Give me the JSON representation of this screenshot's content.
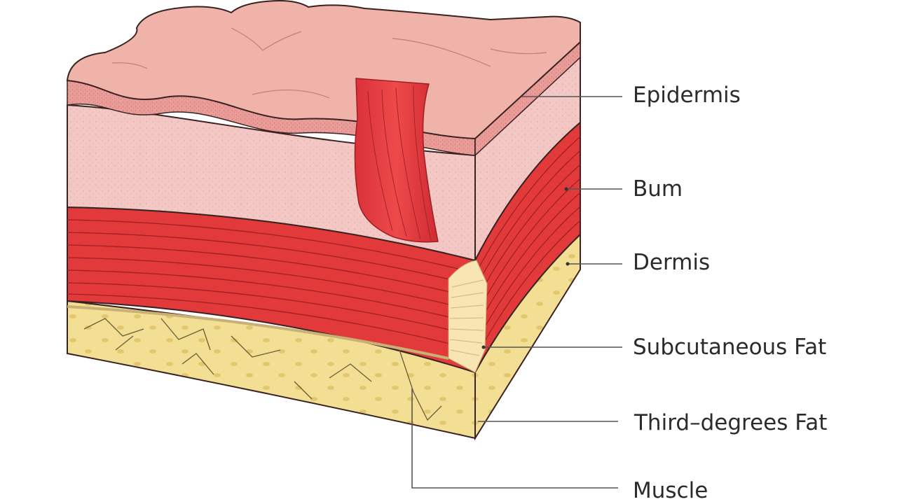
{
  "labels": [
    {
      "id": "epidermis",
      "text": "Epidermis"
    },
    {
      "id": "burn",
      "text": "Bum"
    },
    {
      "id": "dermis",
      "text": "Dermis"
    },
    {
      "id": "subcutaneous",
      "text": "Subcutaneous Fat"
    },
    {
      "id": "third",
      "text": "Third–degrees Fat"
    },
    {
      "id": "muscle",
      "text": "Muscle"
    }
  ],
  "colors": {
    "top_surface": "#efb3a9",
    "epidermis_band": "#ea9c98",
    "dermis": "#f2c7c4",
    "muscle": "#e23a3a",
    "muscle_stripe": "#9e1f22",
    "fat": "#f3df94",
    "fat_dots": "#e2c76f",
    "outline": "#3a2222",
    "leader": "#555555"
  }
}
